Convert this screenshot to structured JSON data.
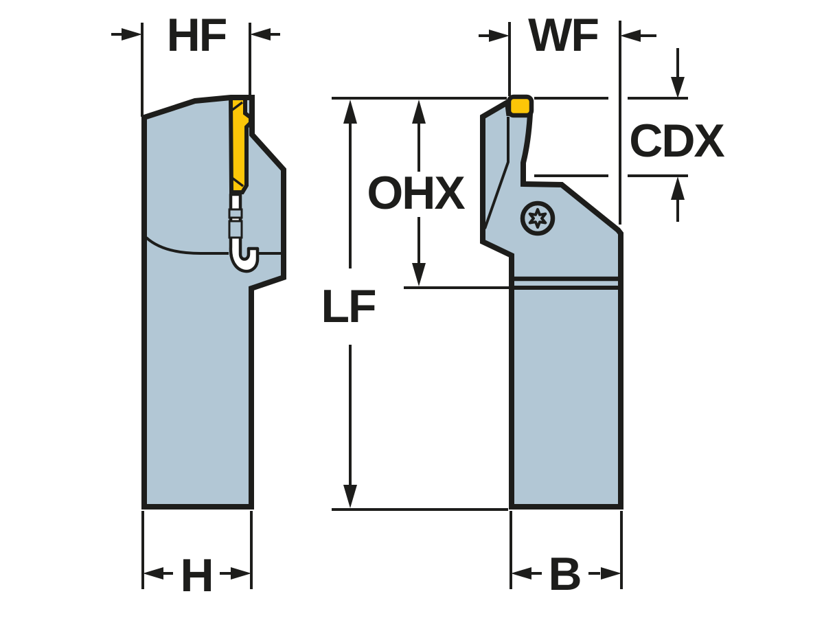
{
  "diagram": {
    "type": "technical-dimension-drawing",
    "labels": {
      "hf": "HF",
      "wf": "WF",
      "cdx": "CDX",
      "ohx": "OHX",
      "lf": "LF",
      "h": "H",
      "b": "B"
    },
    "views": {
      "side_view_dimensions": [
        "HF",
        "H"
      ],
      "front_view_dimensions": [
        "WF",
        "CDX",
        "OHX",
        "LF",
        "B"
      ]
    },
    "icons": {
      "screw": "torx-screw-icon"
    },
    "colors": {
      "body": "#b2c7d5",
      "insert": "#fcc608",
      "line": "#1d1d1b",
      "background": "#ffffff"
    }
  }
}
